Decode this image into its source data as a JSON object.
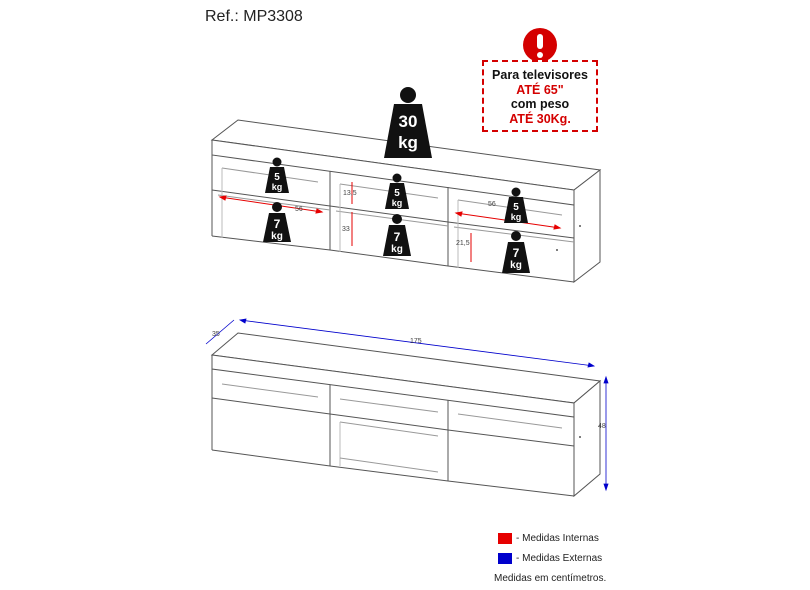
{
  "ref": "Ref.: MP3308",
  "warning": {
    "line1": "Para televisores",
    "line2": "ATÉ 65\"",
    "line3": "com peso",
    "line4": "ATÉ 30Kg."
  },
  "weights": {
    "top": {
      "num": "30",
      "unit": "kg"
    },
    "left_upper": {
      "num": "5",
      "unit": "kg"
    },
    "left_lower": {
      "num": "7",
      "unit": "kg"
    },
    "center_upper": {
      "num": "5",
      "unit": "kg"
    },
    "center_lower": {
      "num": "7",
      "unit": "kg"
    },
    "right_upper": {
      "num": "5",
      "unit": "kg"
    },
    "right_lower": {
      "num": "7",
      "unit": "kg"
    }
  },
  "internal_dims": {
    "left_width": "56",
    "center_height_top": "13,5",
    "center_height_bottom": "33",
    "right_width": "56",
    "right_height": "21,5"
  },
  "external_dims": {
    "depth": "35",
    "width": "175",
    "height": "48"
  },
  "legend": {
    "internal_label": "- Medidas Internas",
    "internal_color": "#e60000",
    "external_label": "- Medidas Externas",
    "external_color": "#0000cc",
    "note": "Medidas em centímetros."
  }
}
